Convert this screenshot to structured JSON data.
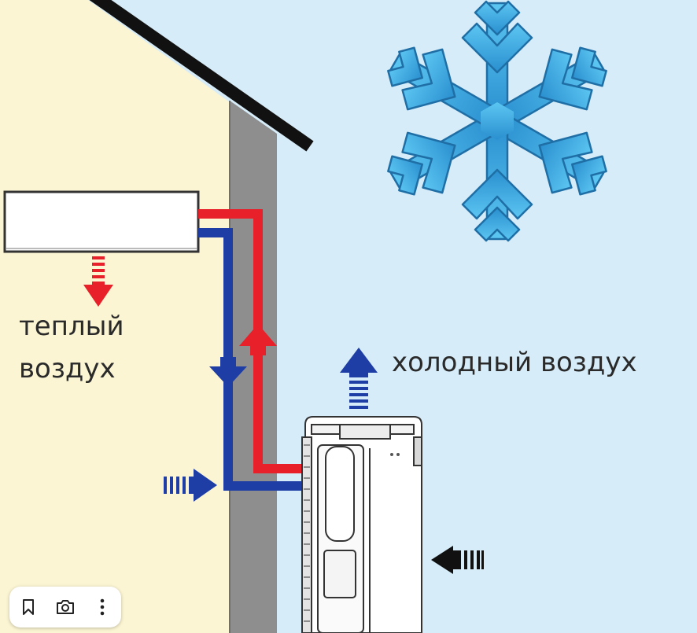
{
  "labels": {
    "warm_air_line1": "теплый",
    "warm_air_line2": "воздух",
    "cold_air": "холодный воздух"
  },
  "toolbar": {
    "icons": [
      "bookmark-icon",
      "camera-icon",
      "more-vertical-icon"
    ]
  },
  "colors": {
    "sky": "#d6ecf8",
    "house_wall": "#fbf5d3",
    "wall_section": "#8a8a8a",
    "roof": "#111111",
    "hot_pipe": "#e8202a",
    "cold_pipe": "#1e3ea6",
    "snowflake": "#4fb3e6",
    "text": "#2a2a2a"
  }
}
